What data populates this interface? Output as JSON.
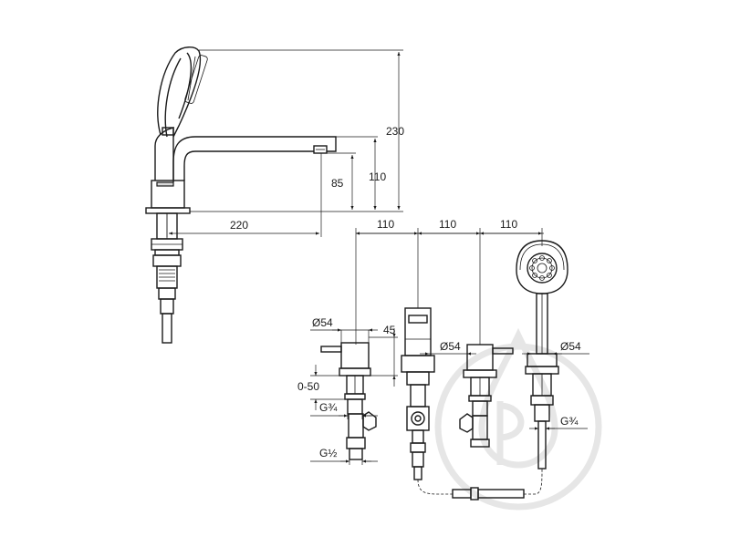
{
  "dimensions": {
    "total_height": "230",
    "spout_height": "110",
    "outlet_height": "85",
    "spout_reach": "220",
    "spacing_1": "110",
    "spacing_2": "110",
    "spacing_3": "110",
    "diameter_left": "Ø54",
    "diameter_mid": "Ø54",
    "diameter_right": "Ø54",
    "handle_height": "45",
    "deck_range": "0-50",
    "thread_left": "G¾",
    "thread_bottom": "G½",
    "thread_right": "G¾"
  },
  "colors": {
    "line": "#1a1a1a",
    "watermark": "#e6e6e6"
  }
}
